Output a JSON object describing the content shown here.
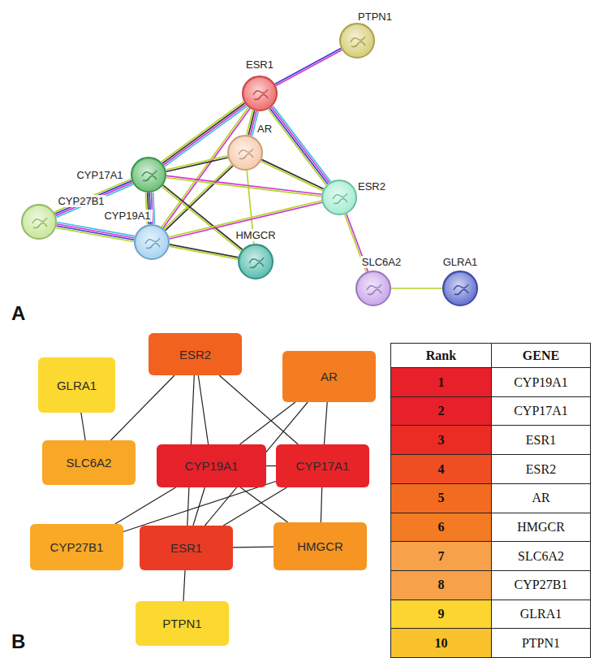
{
  "diagram": {
    "nodes": [
      {
        "text": [
          "PTPN1"
        ]
      },
      {
        "text": [
          "ESR1"
        ]
      },
      {
        "text": [
          "AR"
        ]
      },
      {
        "text": [
          "CYP17A1"
        ]
      },
      {
        "text": [
          "ESR2"
        ]
      },
      {
        "text": [
          "CYP27B1"
        ]
      },
      {
        "text": [
          "CYP19A1"
        ]
      },
      {
        "text": [
          "HMGCR"
        ]
      },
      {
        "text": [
          "SLC6A2"
        ]
      },
      {
        "text": [
          "GLRA1"
        ]
      },
      {
        "text": [
          "GLRA1"
        ]
      },
      {
        "text": [
          "ESR2"
        ]
      },
      {
        "text": [
          "AR"
        ]
      },
      {
        "text": [
          "SLC6A2"
        ]
      },
      {
        "text": [
          "CYP19A1"
        ]
      },
      {
        "text": [
          "CYP17A1"
        ]
      },
      {
        "text": [
          "CYP27B1"
        ]
      },
      {
        "text": [
          "ESR1"
        ]
      },
      {
        "text": [
          "HMGCR"
        ]
      },
      {
        "text": [
          "PTPN1"
        ]
      }
    ],
    "edges": [
      {
        "from": 0,
        "to": 1,
        "arrow": "none"
      },
      {
        "from": 1,
        "to": 2,
        "arrow": "none"
      },
      {
        "from": 1,
        "to": 3,
        "arrow": "none"
      },
      {
        "from": 1,
        "to": 4,
        "arrow": "none"
      },
      {
        "from": 1,
        "to": 6,
        "arrow": "none"
      },
      {
        "from": 2,
        "to": 3,
        "arrow": "none"
      },
      {
        "from": 2,
        "to": 6,
        "arrow": "none"
      },
      {
        "from": 2,
        "to": 4,
        "arrow": "none"
      },
      {
        "from": 2,
        "to": 7,
        "arrow": "none"
      },
      {
        "from": 3,
        "to": 5,
        "arrow": "none"
      },
      {
        "from": 3,
        "to": 6,
        "arrow": "none"
      },
      {
        "from": 3,
        "to": 4,
        "arrow": "none"
      },
      {
        "from": 3,
        "to": 7,
        "arrow": "none"
      },
      {
        "from": 5,
        "to": 6,
        "arrow": "none"
      },
      {
        "from": 6,
        "to": 4,
        "arrow": "none"
      },
      {
        "from": 6,
        "to": 7,
        "arrow": "none"
      },
      {
        "from": 4,
        "to": 8,
        "arrow": "none"
      },
      {
        "from": 8,
        "to": 9,
        "arrow": "none"
      },
      {
        "from": 10,
        "to": 13,
        "arrow": "none"
      },
      {
        "from": 13,
        "to": 11,
        "arrow": "none"
      },
      {
        "from": 11,
        "to": 14,
        "arrow": "none"
      },
      {
        "from": 11,
        "to": 17,
        "arrow": "none"
      },
      {
        "from": 11,
        "to": 15,
        "arrow": "none"
      },
      {
        "from": 12,
        "to": 14,
        "arrow": "none"
      },
      {
        "from": 12,
        "to": 17,
        "arrow": "none"
      },
      {
        "from": 12,
        "to": 15,
        "arrow": "none"
      },
      {
        "from": 14,
        "to": 15,
        "arrow": "none"
      },
      {
        "from": 14,
        "to": 17,
        "arrow": "none"
      },
      {
        "from": 14,
        "to": 18,
        "arrow": "none"
      },
      {
        "from": 14,
        "to": 16,
        "arrow": "none"
      },
      {
        "from": 15,
        "to": 17,
        "arrow": "none"
      },
      {
        "from": 15,
        "to": 18,
        "arrow": "none"
      },
      {
        "from": 16,
        "to": 15,
        "arrow": "none"
      },
      {
        "from": 17,
        "to": 18,
        "arrow": "none"
      },
      {
        "from": 17,
        "to": 19,
        "arrow": "none"
      }
    ],
    "labels": [
      "A",
      "B",
      "Rank",
      "GENE",
      "1",
      "CYP19A1",
      "2",
      "CYP17A1",
      "3",
      "ESR1",
      "4",
      "ESR2",
      "5",
      "AR",
      "6",
      "HMGCR",
      "7",
      "SLC6A2",
      "8",
      "CYP27B1",
      "9",
      "GLRA1",
      "10",
      "PTPN1"
    ]
  }
}
